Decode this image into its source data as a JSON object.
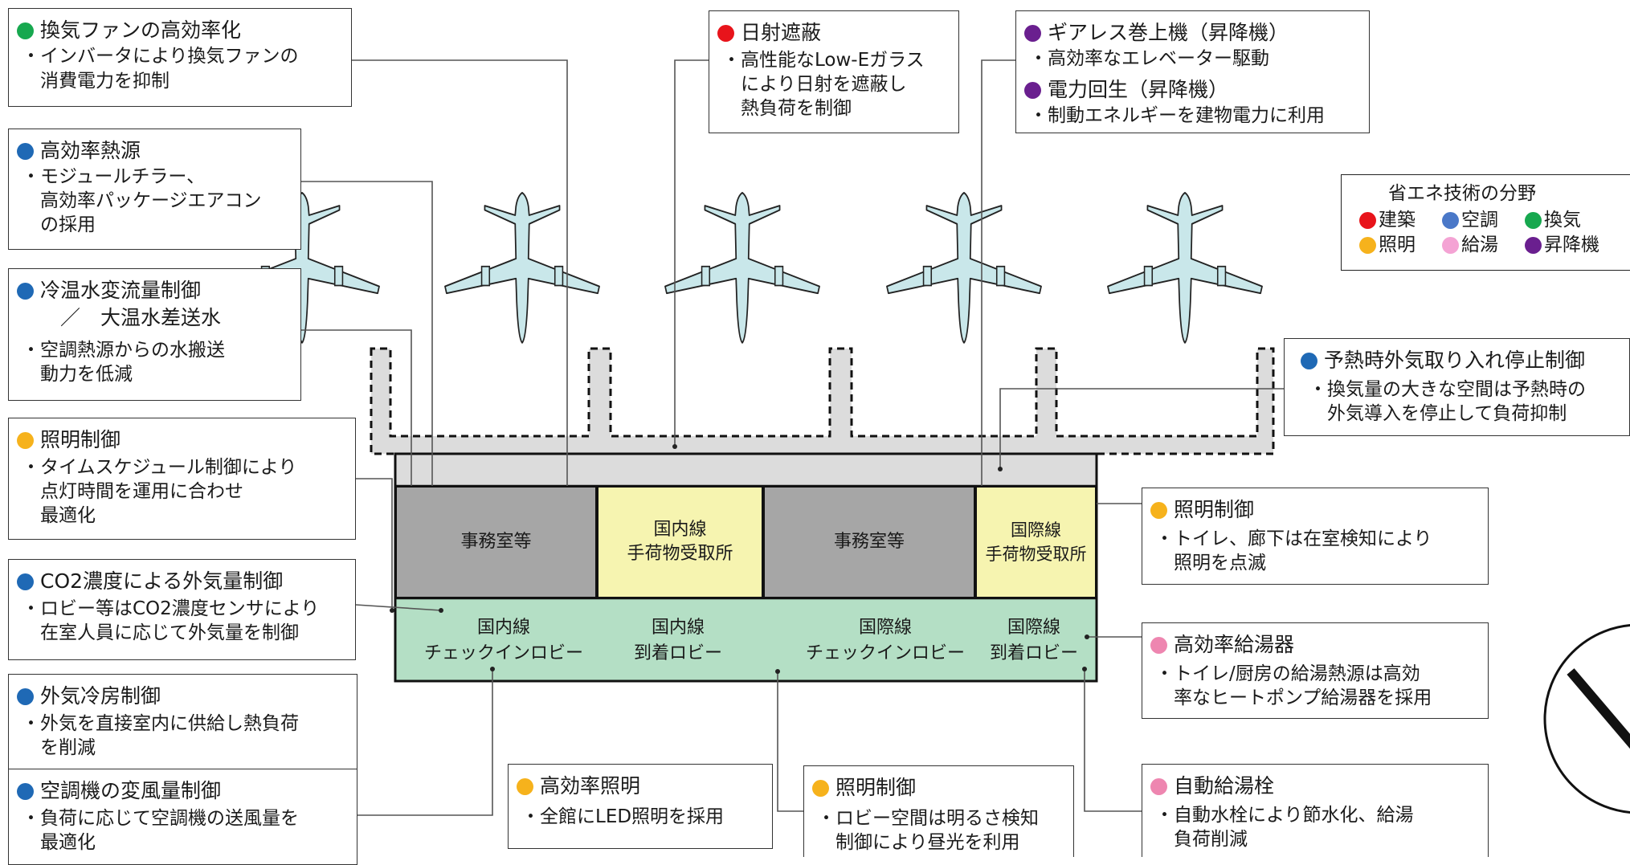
{
  "colors": {
    "architecture": "#e8141b",
    "air_conditioning": "#1f69b5",
    "ventilation": "#17a84f",
    "lighting": "#f6b21c",
    "hot_water": "#ee86b0",
    "elevator": "#6a1f8f",
    "aircraft_fill": "#c9e7ea",
    "terminal_roof": "#dcdcdc",
    "lobby_fill": "#b4dfc5"
  },
  "legend": {
    "title": "省エネ技術の分野",
    "items": [
      {
        "label": "建築",
        "color": "#e8141b"
      },
      {
        "label": "空調",
        "color": "#4a78c8"
      },
      {
        "label": "換気",
        "color": "#17a84f"
      },
      {
        "label": "照明",
        "color": "#f6b21c"
      },
      {
        "label": "給湯",
        "color": "#f4a3d4"
      },
      {
        "label": "昇降機",
        "color": "#6a1f8f"
      }
    ]
  },
  "rooms": {
    "office_1": "事務室等",
    "office_2": "事務室等",
    "domestic_baggage": "国内線\n手荷物受取所",
    "intl_baggage": "国際線\n手荷物受取所"
  },
  "lobbies": {
    "domestic_checkin": "国内線\nチェックインロビー",
    "domestic_arrival": "国内線\n到着ロビー",
    "intl_checkin": "国際線\nチェックインロビー",
    "intl_arrival": "国際線\n到着ロビー"
  },
  "callouts": {
    "ventilation_fan": {
      "title": "換気ファンの高効率化",
      "body": "・インバータにより換気ファンの\n　消費電力を抑制"
    },
    "heat_source": {
      "title": "高効率熱源",
      "body": "・モジュールチラー、\n　高効率パッケージエアコン\n　の採用"
    },
    "water_flow": {
      "title": "冷温水変流量制御\n　／　大温水差送水",
      "body": "・空調熱源からの水搬送\n　動力を低減"
    },
    "lighting_schedule": {
      "title": "照明制御",
      "body": "・タイムスケジュール制御により\n　点灯時間を運用に合わせ\n　最適化"
    },
    "co2_control": {
      "title": "CO2濃度による外気量制御",
      "body": "・ロビー等はCO2濃度センサにより\n　在室人員に応じて外気量を制御"
    },
    "outdoor_cooling": {
      "title": "外気冷房制御",
      "body": "・外気を直接室内に供給し熱負荷\n　を削減"
    },
    "vav_control": {
      "title": "空調機の変風量制御",
      "body": "・負荷に応じて空調機の送風量を\n　最適化"
    },
    "solar_shading": {
      "title": "日射遮蔽",
      "body": "・高性能なLow-Eガラス\n　により日射を遮蔽し\n　熱負荷を制御"
    },
    "gearless_hoist": {
      "title": "ギアレス巻上機（昇降機）",
      "body": "・高効率なエレベーター駆動"
    },
    "regeneration": {
      "title": "電力回生（昇降機）",
      "body": "・制動エネルギーを建物電力に利用"
    },
    "preheat_stop": {
      "title": "予熱時外気取り入れ停止制御",
      "body": "・換気量の大きな空間は予熱時の\n　外気導入を停止して負荷抑制"
    },
    "lighting_presence": {
      "title": "照明制御",
      "body": "・トイレ、廊下は在室検知により\n　照明を点滅"
    },
    "water_heater": {
      "title": "高効率給湯器",
      "body": "・トイレ/厨房の給湯熱源は高効\n　率なヒートポンプ給湯器を採用"
    },
    "auto_faucet": {
      "title": "自動給湯栓",
      "body": "・自動水栓により節水化、給湯\n　負荷削減"
    },
    "led_lighting": {
      "title": "高効率照明",
      "body": "・全館にLED照明を採用"
    },
    "lighting_daylight": {
      "title": "照明制御",
      "body": "・ロビー空間は明るさ検知\n　制御により昼光を利用"
    }
  }
}
